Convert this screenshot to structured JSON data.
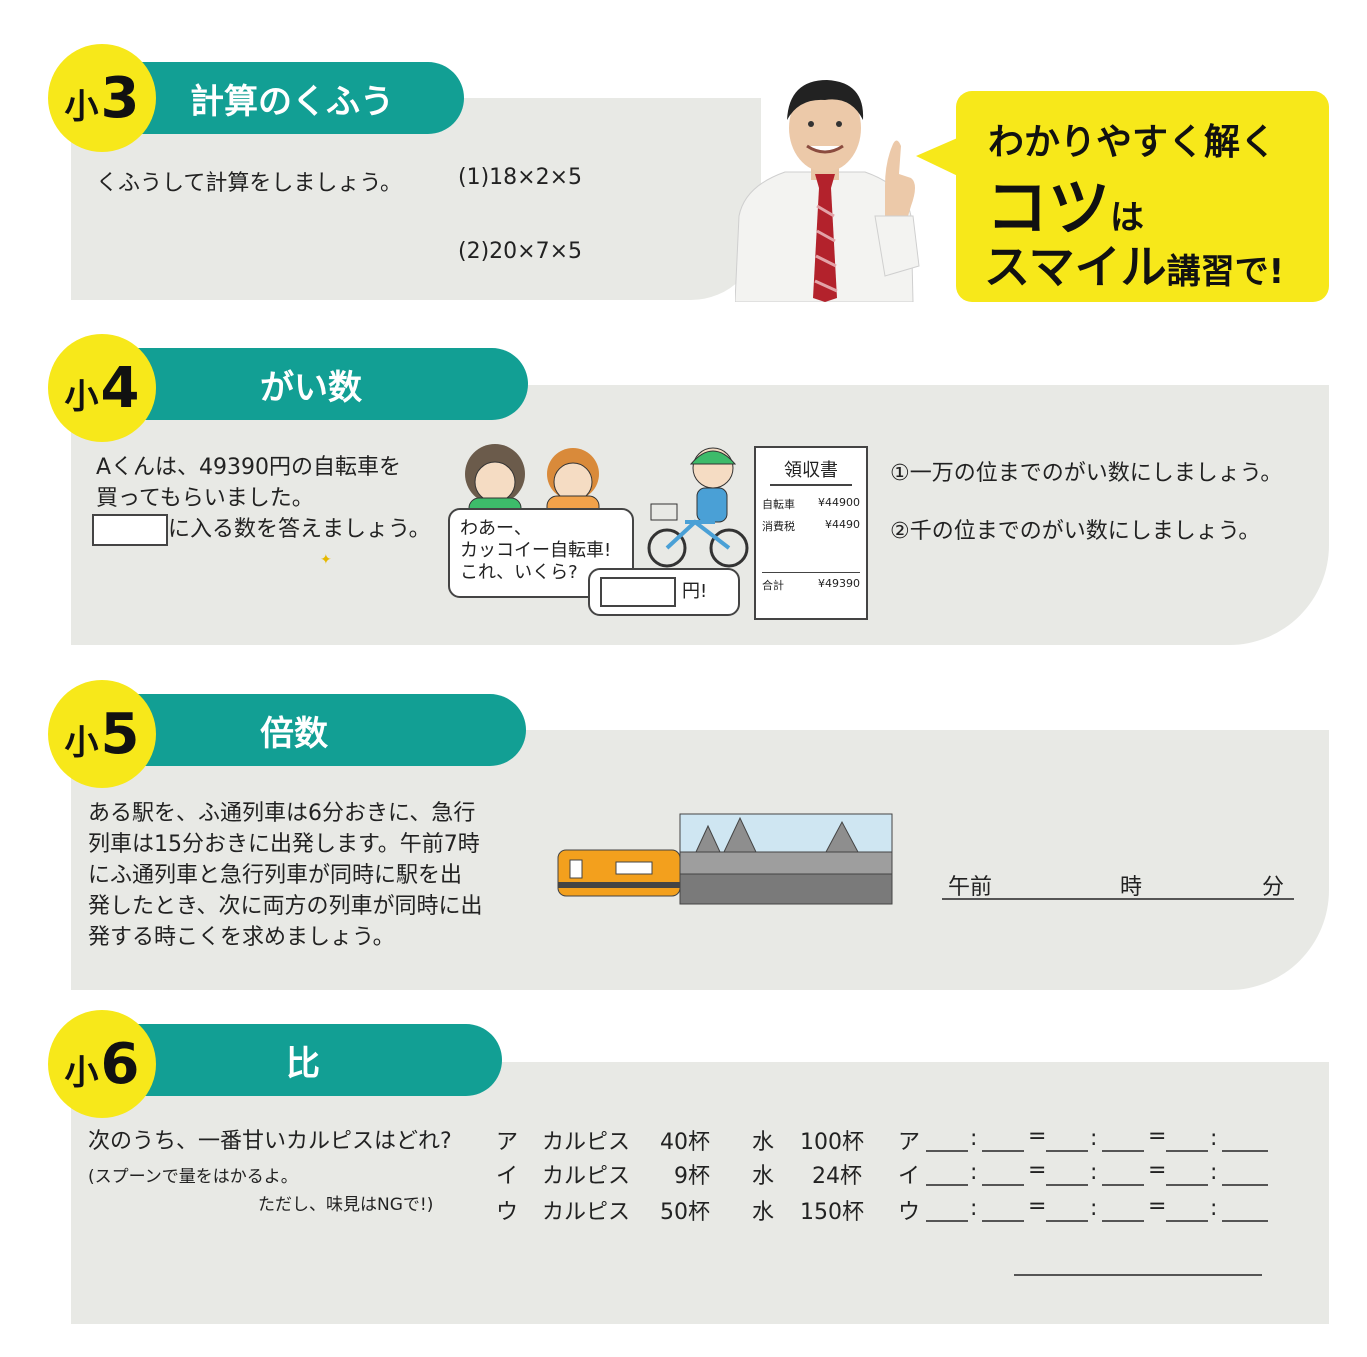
{
  "s3": {
    "grade": "小",
    "num": "3",
    "title": "計算のくふう",
    "instruction": "くふうして計算をしましょう。",
    "q1": "(1)18×2×5",
    "q2": "(2)20×7×5"
  },
  "ad": {
    "line1": "わかりやすく解く",
    "big": "コツ",
    "ha": "は",
    "line3a": "スマイル",
    "line3b": "講習で!"
  },
  "s4": {
    "grade": "小",
    "num": "4",
    "title": "がい数",
    "problem_line1": "Aくんは、49390円の自転車を",
    "problem_line2": "買ってもらいました。",
    "problem_line3": "に入る数を答えましょう。",
    "bubble1": "わあー、\nカッコイー自転車!\nこれ、いくら?",
    "bubble2_unit": "円!",
    "receipt_title": "領収書",
    "receipt_rows": [
      {
        "label": "自転車",
        "value": "¥44900"
      },
      {
        "label": "消費税",
        "value": "¥4490"
      }
    ],
    "receipt_total_label": "合計",
    "receipt_total_value": "¥49390",
    "q1": "①一万の位までのがい数にしましょう。",
    "q2": "②千の位までのがい数にしましょう。"
  },
  "s5": {
    "grade": "小",
    "num": "5",
    "title": "倍数",
    "problem": "ある駅を、ふ通列車は6分おきに、急行\n列車は15分おきに出発します。午前7時\nにふ通列車と急行列車が同時に駅を出\n発したとき、次に両方の列車が同時に出\n発する時こくを求めましょう。",
    "ans_am": "午前",
    "ans_hour": "時",
    "ans_min": "分"
  },
  "s6": {
    "grade": "小",
    "num": "6",
    "title": "比",
    "question": "次のうち、一番甘いカルピスはどれ?",
    "note1": "(スプーンで量をはかるよ。",
    "note2": "ただし、味見はNGで!)",
    "rows": [
      {
        "key": "ア",
        "item": "カルピス",
        "cups": "40杯",
        "water": "水",
        "wcups": "100杯"
      },
      {
        "key": "イ",
        "item": "カルピス",
        "cups": "9杯",
        "water": "水",
        "wcups": "24杯"
      },
      {
        "key": "ウ",
        "item": "カルピス",
        "cups": "50杯",
        "water": "水",
        "wcups": "150杯"
      }
    ],
    "colon": ":",
    "eq": "="
  },
  "colors": {
    "teal": "#129f94",
    "yellow": "#f7e81a",
    "panel": "#e8e9e5"
  }
}
